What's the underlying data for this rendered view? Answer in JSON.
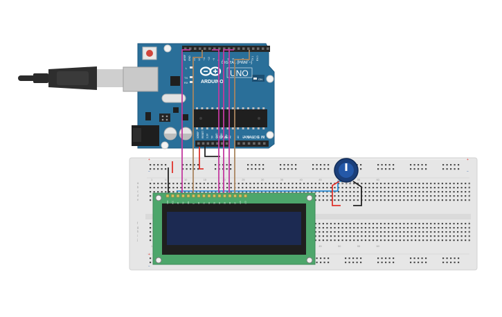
{
  "arduino": {
    "brand": "ARDUINO",
    "model": "UNO",
    "on_label": "ON",
    "l_label": "L",
    "tx_label": "TX",
    "rx_label": "RX",
    "aref_label": "AREF",
    "gnd_label": "GND",
    "digital_label": "DIGITAL (PWM ~)",
    "power_label": "POWER",
    "analog_label": "ANALOG IN",
    "digital_pins": [
      "13",
      "12",
      "~11",
      "~10",
      "~9",
      "8",
      "7",
      "~6",
      "~5",
      "4",
      "~3",
      "2",
      "TX 1",
      "RX 0"
    ],
    "power_pins": [
      "IOREF",
      "RESET",
      "3.3V",
      "5V",
      "GND",
      "GND",
      "VIN"
    ],
    "analog_pins": [
      "A0",
      "A1",
      "A2",
      "A3",
      "A4",
      "A5"
    ]
  },
  "breadboard": {
    "row_letters_top": [
      "a",
      "b",
      "c",
      "d",
      "e"
    ],
    "row_letters_bottom": [
      "f",
      "g",
      "h",
      "i",
      "j"
    ],
    "column_numbers": [
      "1",
      "5",
      "10",
      "15",
      "20",
      "25",
      "30",
      "35",
      "40",
      "45",
      "50",
      "55",
      "60"
    ]
  },
  "lcd": {
    "pin_labels": [
      "GND",
      "VCC",
      "V0",
      "RS",
      "RW",
      "E",
      "D0",
      "D1",
      "D2",
      "D3",
      "D4",
      "D5",
      "D6",
      "D7",
      "LED",
      "LED"
    ]
  },
  "colors": {
    "board": "#2a6f99",
    "breadboard": "#e6e6e6",
    "lcd_pcb": "#4da66b",
    "lcd_screen": "#1c2a52",
    "wire_magenta": "#c2399f",
    "wire_brown": "#a9855f",
    "wire_red": "#e0322b",
    "wire_black": "#222222",
    "wire_blue": "#2b8ed8",
    "potentiometer": "#2458a8"
  }
}
